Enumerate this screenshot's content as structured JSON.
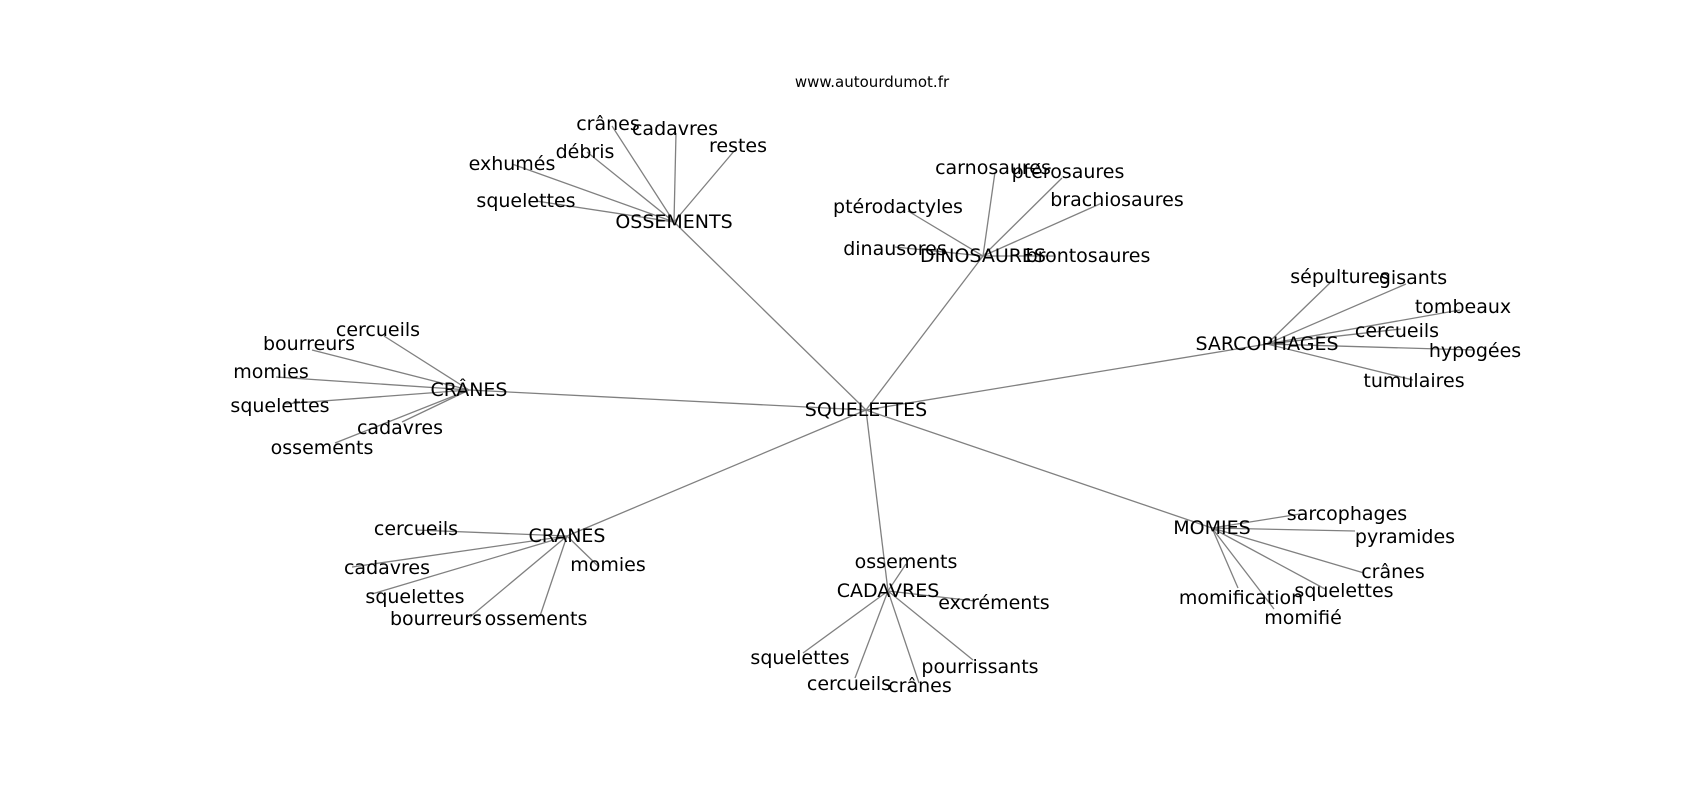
{
  "site": "www.autourdumot.fr",
  "center": {
    "label": "SQUELETTES"
  },
  "hubs": [
    {
      "id": "ossements",
      "label": "OSSEMENTS",
      "leaves": [
        "crânes",
        "cadavres",
        "restes",
        "débris",
        "exhumés",
        "squelettes"
      ]
    },
    {
      "id": "dinosaures",
      "label": "DINOSAURES",
      "leaves": [
        "carnosaures",
        "ptérosaures",
        "brachiosaures",
        "ptérodactyles",
        "dinausores",
        "brontosaures"
      ]
    },
    {
      "id": "sarcophages",
      "label": "SARCOPHAGES",
      "leaves": [
        "sépultures",
        "gisants",
        "tombeaux",
        "cercueils",
        "hypogées",
        "tumulaires"
      ]
    },
    {
      "id": "cranes-accent",
      "label": "CRÂNES",
      "leaves": [
        "cercueils",
        "bourreurs",
        "momies",
        "squelettes",
        "cadavres",
        "ossements"
      ]
    },
    {
      "id": "cranes",
      "label": "CRANES",
      "leaves": [
        "cercueils",
        "cadavres",
        "momies",
        "squelettes",
        "bourreurs",
        "ossements"
      ]
    },
    {
      "id": "cadavres",
      "label": "CADAVRES",
      "leaves": [
        "ossements",
        "excréments",
        "squelettes",
        "pourrissants",
        "cercueils",
        "crânes"
      ]
    },
    {
      "id": "momies",
      "label": "MOMIES",
      "leaves": [
        "sarcophages",
        "pyramides",
        "crânes",
        "squelettes",
        "momification",
        "momifié"
      ]
    }
  ]
}
